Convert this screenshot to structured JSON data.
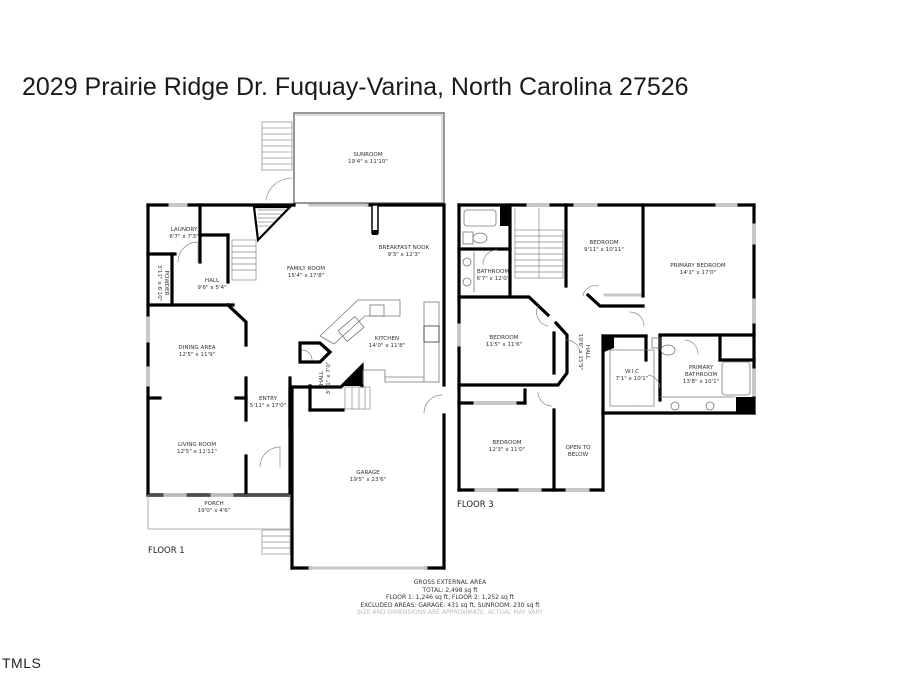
{
  "title": "2029 Prairie Ridge Dr. Fuquay-Varina, North Carolina 27526",
  "floors": [
    {
      "label": "FLOOR 1",
      "rooms": [
        {
          "name": "SUNROOM",
          "dims": "19'4\" x 11'10\""
        },
        {
          "name": "LAUNDRY",
          "dims": "6'7\" x 7'3\""
        },
        {
          "name": "POWDER",
          "dims": "3'11\" x 6'10\""
        },
        {
          "name": "HALL",
          "dims": "9'6\" x 5'4\""
        },
        {
          "name": "FAMILY ROOM",
          "dims": "15'4\" x 17'8\""
        },
        {
          "name": "BREAKFAST NOOK",
          "dims": "9'3\" x 12'3\""
        },
        {
          "name": "KITCHEN",
          "dims": "14'0\" x 11'8\""
        },
        {
          "name": "DINING AREA",
          "dims": "12'5\" x 11'9\""
        },
        {
          "name": "ENTRY",
          "dims": "5'11\" x 17'0\""
        },
        {
          "name": "HALL",
          "dims": "3'11\" x 7'0\""
        },
        {
          "name": "LIVING ROOM",
          "dims": "12'5\" x 11'11\""
        },
        {
          "name": "PORCH",
          "dims": "19'0\" x 4'6\""
        },
        {
          "name": "GARAGE",
          "dims": "19'5\" x 23'6\""
        }
      ]
    },
    {
      "label": "FLOOR 3",
      "rooms": [
        {
          "name": "BATHROOM",
          "dims": "6'7\" x 12'0\""
        },
        {
          "name": "BEDROOM",
          "dims": "9'11\" x 10'11\""
        },
        {
          "name": "PRIMARY BEDROOM",
          "dims": "14'1\" x 17'0\""
        },
        {
          "name": "BEDROOM",
          "dims": "11'5\" x 11'6\""
        },
        {
          "name": "HALL",
          "dims": "10'6\" x 15'9\""
        },
        {
          "name": "W.I.C",
          "dims": "7'1\" x 10'1\""
        },
        {
          "name": "PRIMARY BATHROOM",
          "name2": "BATHROOM",
          "name1": "PRIMARY",
          "dims": "13'8\" x 10'1\""
        },
        {
          "name": "BEDROOM",
          "dims": "12'3\" x 11'0\""
        },
        {
          "name": "OPEN TO BELOW",
          "name1": "OPEN TO",
          "name2": "BELOW",
          "dims": ""
        }
      ]
    }
  ],
  "area_summary": {
    "heading": "GROSS EXTERNAL AREA",
    "total": "TOTAL: 2,498 sq ft",
    "floors": "FLOOR 1: 1,246 sq ft, FLOOR 2: 1,252 sq ft",
    "excluded": "EXCLUDED AREAS: GARAGE: 431 sq ft, SUNROOM: 230 sq ft",
    "disclaimer": "SIZE AND DIMENSIONS ARE APPROXIMATE, ACTUAL MAY VARY"
  },
  "watermark": "TMLS",
  "colors": {
    "wall": "#000000",
    "window": "#cfcfcf",
    "line": "#9a9a9a",
    "background": "#ffffff"
  }
}
